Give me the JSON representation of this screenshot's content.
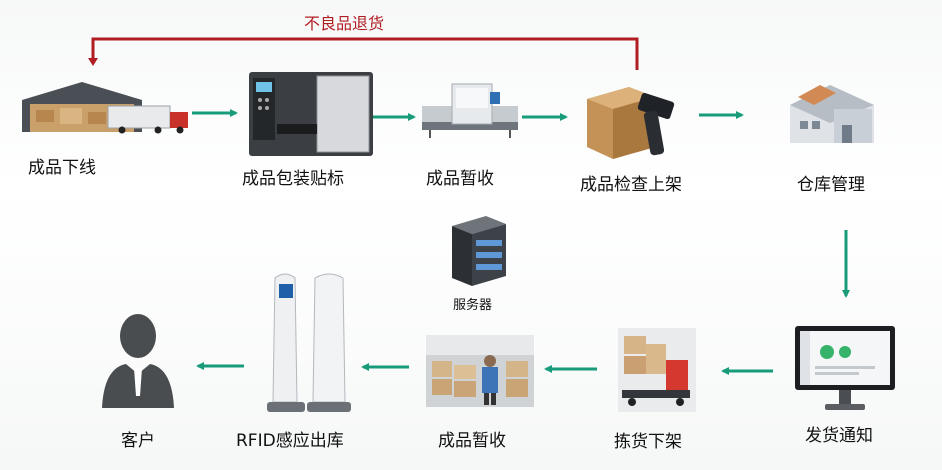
{
  "return_flow": {
    "label": "不良品退货",
    "color": "#b01e24"
  },
  "arrow_color": "#179b79",
  "steps": [
    {
      "id": "production-off-line",
      "label": "成品下线"
    },
    {
      "id": "packaging-labeling",
      "label": "成品包装贴标"
    },
    {
      "id": "temp-receiving-1",
      "label": "成品暂收"
    },
    {
      "id": "inspection-shelving",
      "label": "成品检查上架"
    },
    {
      "id": "warehouse-management",
      "label": "仓库管理"
    },
    {
      "id": "shipping-notice",
      "label": "发货通知"
    },
    {
      "id": "picking-unshelving",
      "label": "拣货下架"
    },
    {
      "id": "temp-receiving-2",
      "label": "成品暂收"
    },
    {
      "id": "rfid-exit",
      "label": "RFID感应出库"
    },
    {
      "id": "customer",
      "label": "客户"
    }
  ],
  "server": {
    "label": "服务器"
  }
}
